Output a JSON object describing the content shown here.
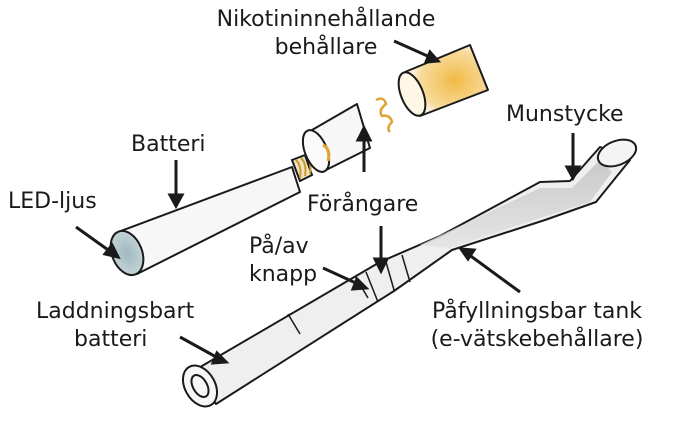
{
  "labels": {
    "nicotine_container": {
      "line1": "Nikotininnehållande",
      "line2": "behållare"
    },
    "battery": "Batteri",
    "led_light": "LED-ljus",
    "mouthpiece": "Munstycke",
    "vaporizer": "Förångare",
    "power_button": {
      "line1": "På/av",
      "line2": "knapp"
    },
    "rechargeable_battery": {
      "line1": "Laddningsbart",
      "line2": "batteri"
    },
    "refillable_tank": {
      "line1": "Påfyllningsbar tank",
      "line2": "(e-vätskebehållare)"
    }
  },
  "colors": {
    "ink": "#1a1a1a",
    "cartridge_fill": "#f0b63a",
    "led_fill": "#b9cdd3",
    "tank_shade": "#c8c8c8",
    "body_shade": "#e9e9e9"
  }
}
